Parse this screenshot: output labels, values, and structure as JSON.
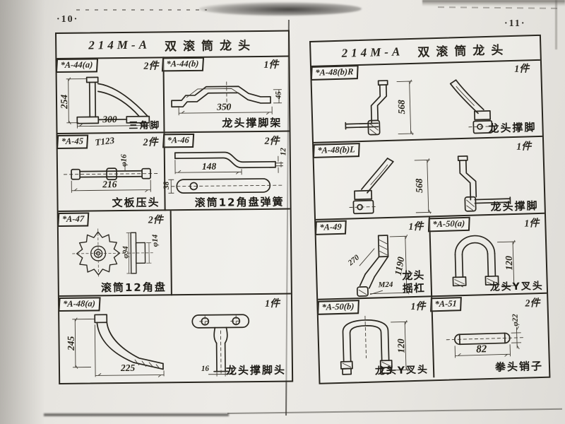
{
  "scan": {
    "left_page_number": "·10·",
    "right_page_number": "·11·",
    "ink_color": "#29261f",
    "paper_color": "#e7e5e0"
  },
  "left": {
    "title_code": "214M-A",
    "title_name": "双滚筒龙头",
    "cells": [
      {
        "part_no": "*A-44(a)",
        "qty": "2件",
        "caption": "三角脚",
        "dim_v": "254",
        "dim_h": "300"
      },
      {
        "part_no": "*A-44(b)",
        "qty": "1件",
        "caption": "龙头撑脚架",
        "dim_h": "350",
        "dim_v": "45"
      },
      {
        "part_no": "*A-45",
        "annotation": "T123",
        "qty": "2件",
        "caption": "文板压头",
        "dim_dia": "φ16",
        "dim_len": "216"
      },
      {
        "part_no": "*A-46",
        "qty": "2件",
        "caption": "滚筒12角盘弹簧",
        "dim_len": "148",
        "dim_w": "38",
        "dim_t": "12"
      },
      {
        "part_no": "*A-47",
        "qty": "2件",
        "caption": "滚筒12角盘",
        "dim_outer": "φ94",
        "dim_inner": "φ14"
      },
      {
        "part_no": "*A-48(a)",
        "qty": "1件",
        "caption": "龙头撑脚头",
        "dim_v": "245",
        "dim_h": "225",
        "dim_w": "16"
      }
    ]
  },
  "right": {
    "title_code": "214M-A",
    "title_name": "双滚筒龙头",
    "cells": [
      {
        "part_no": "*A-48(b)R",
        "qty": "1件",
        "caption": "龙头撑脚",
        "dim_v": "568"
      },
      {
        "part_no": "*A-48(b)L",
        "qty": "1件",
        "caption": "龙头撑脚",
        "dim_v": "568"
      },
      {
        "part_no": "*A-49",
        "qty": "1件",
        "caption": "龙头摇杠",
        "dim_seg": "270",
        "dim_len": "1190",
        "dim_thread": "M24"
      },
      {
        "part_no": "*A-50(a)",
        "qty": "1件",
        "caption": "龙头Y叉头",
        "dim_v": "120"
      },
      {
        "part_no": "*A-50(b)",
        "qty": "1件",
        "caption": "龙头Y叉头",
        "dim_v": "120"
      },
      {
        "part_no": "*A-51",
        "qty": "2件",
        "caption": "拳头销子",
        "dim_dia": "φ22",
        "dim_len": "82"
      }
    ]
  }
}
